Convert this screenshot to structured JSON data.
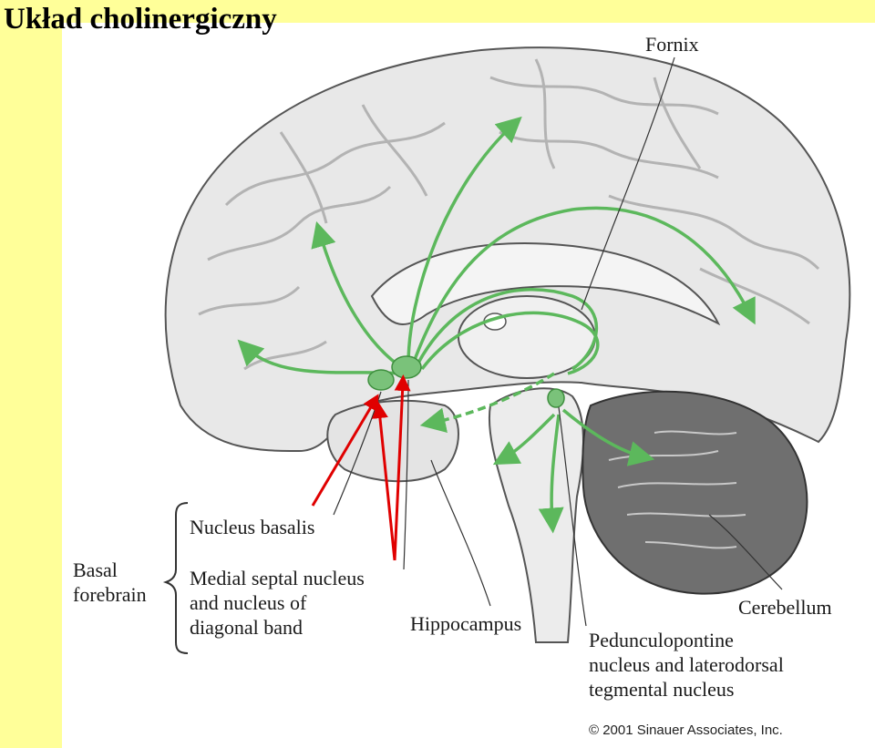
{
  "title": "Układ cholinergiczny",
  "labels": {
    "fornix": "Fornix",
    "nucleus_basalis": "Nucleus basalis",
    "basal_forebrain": "Basal\nforebrain",
    "medial_septal": "Medial septal nucleus\nand nucleus of\ndiagonal band",
    "hippocampus": "Hippocampus",
    "cerebellum": "Cerebellum",
    "pedunculopontine": "Pedunculopontine\nnucleus and laterodorsal\ntegmental nucleus"
  },
  "copyright": "© 2001 Sinauer Associates, Inc.",
  "colors": {
    "background": "#ffff99",
    "pathway": "#5cb85c",
    "nucleus": "#7ac27a",
    "pointer": "#e00000",
    "brain": "#e6e6e6"
  }
}
